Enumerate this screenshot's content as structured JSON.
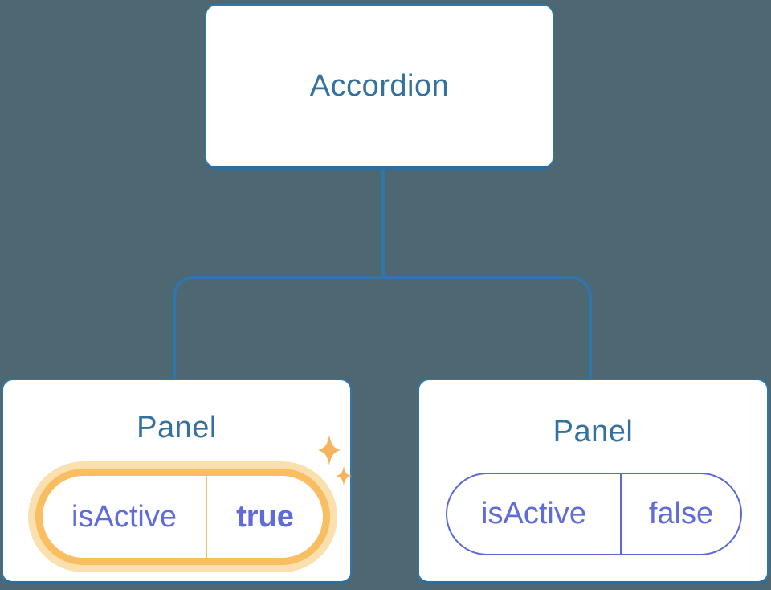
{
  "colors": {
    "bg": "#4D6773",
    "line": "#3076A8",
    "line-dark": "#2B6E9F",
    "node-text": "#35719F",
    "purple": "#5F6BDB",
    "purple-border": "#5B68D9",
    "orange": "#F9BD62",
    "orange-glow": "#FBE0AF",
    "sparkle": "#F6B45F"
  },
  "tree": {
    "root": {
      "label": "Accordion"
    },
    "children": [
      {
        "label": "Panel",
        "highlighted": true,
        "state": {
          "key": "isActive",
          "value": "true"
        }
      },
      {
        "label": "Panel",
        "highlighted": false,
        "state": {
          "key": "isActive",
          "value": "false"
        }
      }
    ]
  }
}
